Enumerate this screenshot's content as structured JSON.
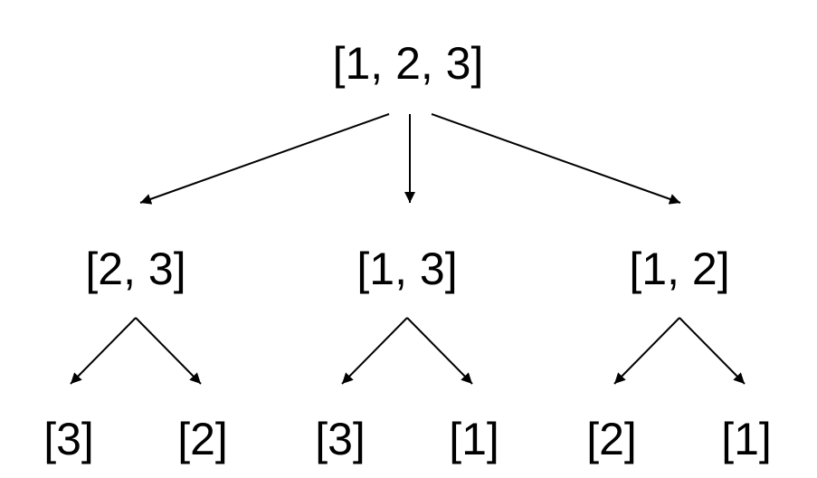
{
  "tree": {
    "root": {
      "label": "[1, 2, 3]"
    },
    "level1": [
      {
        "label": "[2, 3]"
      },
      {
        "label": "[1, 3]"
      },
      {
        "label": "[1, 2]"
      }
    ],
    "level2": [
      {
        "label": "[3]"
      },
      {
        "label": "[2]"
      },
      {
        "label": "[3]"
      },
      {
        "label": "[1]"
      },
      {
        "label": "[2]"
      },
      {
        "label": "[1]"
      }
    ]
  },
  "colors": {
    "background": "#ffffff",
    "stroke": "#000000",
    "text": "#000000"
  }
}
